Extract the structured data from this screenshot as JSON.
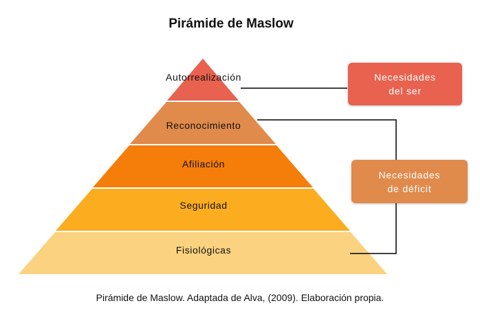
{
  "title": "Pirámide de Maslow",
  "levels": [
    {
      "label": "Autorrealización",
      "color": "#e8624f"
    },
    {
      "label": "Reconocimiento",
      "color": "#e08a4c"
    },
    {
      "label": "Afiliación",
      "color": "#f57d0a"
    },
    {
      "label": "Seguridad",
      "color": "#fbad1f"
    },
    {
      "label": "Fisiológicas",
      "color": "#fbd27f"
    }
  ],
  "groups": {
    "ser": {
      "label": "Necesidades\ndel ser",
      "color": "#e8624f"
    },
    "deficit": {
      "label": "Necesidades\nde déficit",
      "color": "#e08a4c"
    }
  },
  "caption": "Pirámide de Maslow. Adaptada de Alva, (2009). Elaboración propia."
}
